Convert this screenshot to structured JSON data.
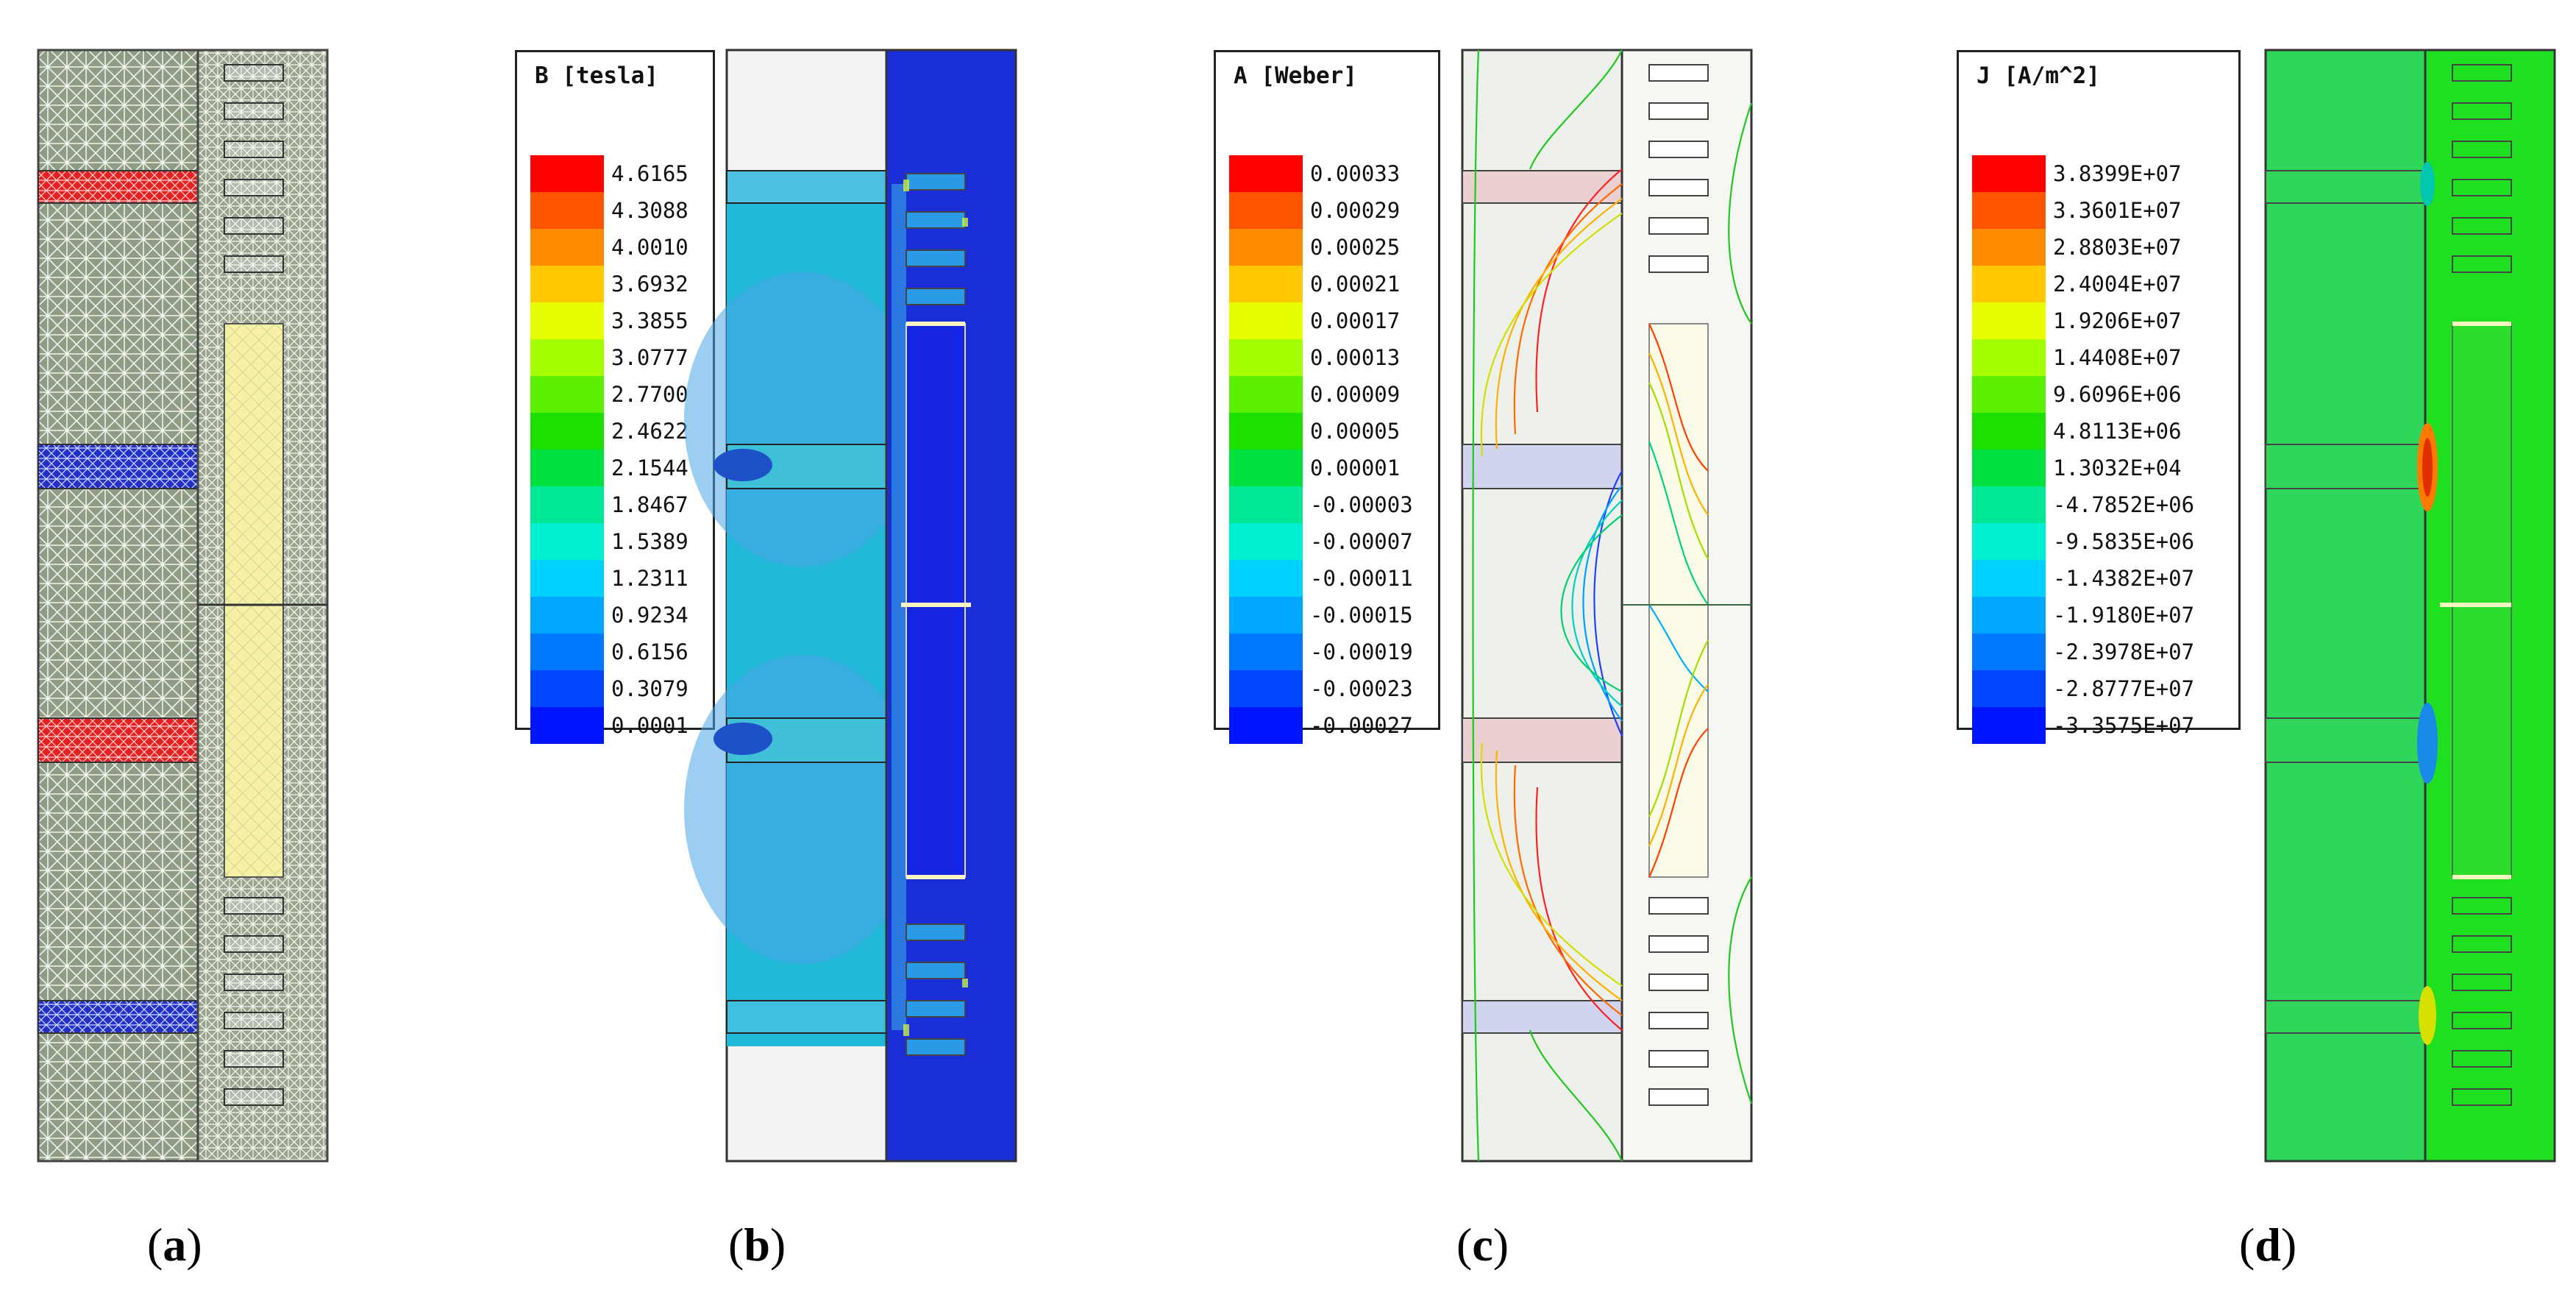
{
  "panels": [
    {
      "id": "a",
      "caption": "a"
    },
    {
      "id": "b",
      "caption": "b",
      "legend_title": "B [tesla]",
      "values": [
        "4.6165",
        "4.3088",
        "4.0010",
        "3.6932",
        "3.3855",
        "3.0777",
        "2.7700",
        "2.4622",
        "2.1544",
        "1.8467",
        "1.5389",
        "1.2311",
        "0.9234",
        "0.6156",
        "0.3079",
        "0.0001"
      ]
    },
    {
      "id": "c",
      "caption": "c",
      "legend_title": "A [Weber]",
      "values": [
        "0.00033",
        "0.00029",
        "0.00025",
        "0.00021",
        "0.00017",
        "0.00013",
        "0.00009",
        "0.00005",
        "0.00001",
        "-0.00003",
        "-0.00007",
        "-0.00011",
        "-0.00015",
        "-0.00019",
        "-0.00023",
        "-0.00027"
      ]
    },
    {
      "id": "d",
      "caption": "d",
      "legend_title": "J [A/m^2]",
      "values": [
        "3.8399E+07",
        "3.3601E+07",
        "2.8803E+07",
        "2.4004E+07",
        "1.9206E+07",
        "1.4408E+07",
        "9.6096E+06",
        "4.8113E+06",
        "1.3032E+04",
        "-4.7852E+06",
        "-9.5835E+06",
        "-1.4382E+07",
        "-1.9180E+07",
        "-2.3978E+07",
        "-2.8777E+07",
        "-3.3575E+07"
      ]
    }
  ],
  "colors": {
    "scale": [
      "#ff0000",
      "#ff5500",
      "#ff8c00",
      "#ffc800",
      "#e6ff00",
      "#a6ff00",
      "#5cf000",
      "#1ee000",
      "#00e040",
      "#00e896",
      "#00f0d2",
      "#00d2ff",
      "#00a6ff",
      "#0078ff",
      "#0046ff",
      "#0014ff"
    ],
    "mesh_bg": "#8d9a82",
    "mesh_line": "#eef2ea",
    "magnet_red": "#e42020",
    "magnet_blue": "#2230c8",
    "coil_yellow": "#f4f0a0"
  }
}
